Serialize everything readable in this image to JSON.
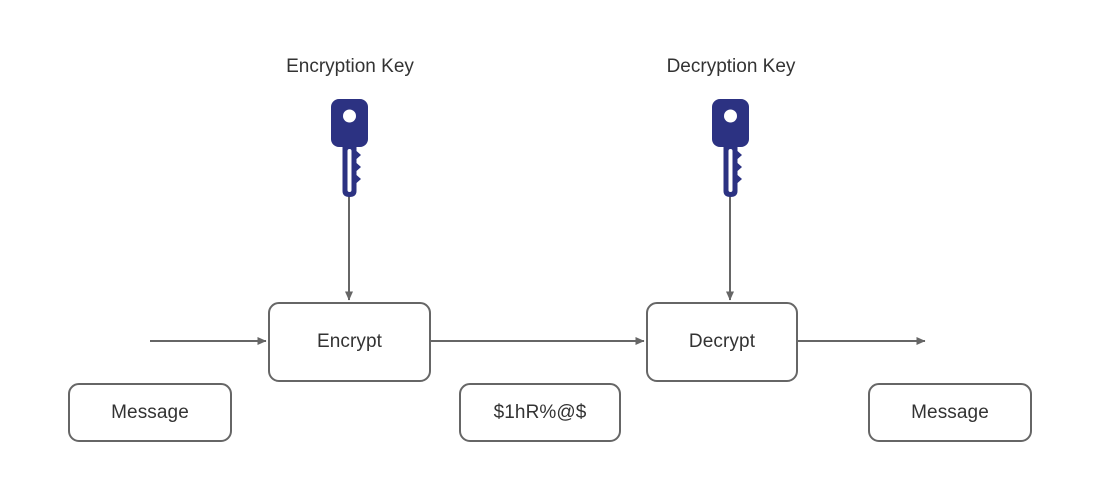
{
  "diagram": {
    "title": "Symmetric encryption flow diagram",
    "background_color": "#ffffff",
    "stroke_color": "#666666",
    "text_color": "#333333",
    "key_color": "#2C3282"
  },
  "labels": {
    "encryption_key": "Encryption Key",
    "decryption_key": "Decryption Key"
  },
  "nodes": {
    "encrypt": "Encrypt",
    "decrypt": "Decrypt",
    "message_in": "Message",
    "ciphertext": "$1hR%@$",
    "message_out": "Message"
  },
  "icons": {
    "encryption_key_icon": "key-icon",
    "decryption_key_icon": "key-icon",
    "arrow_in": "arrow-right-icon",
    "arrow_mid": "arrow-right-icon",
    "arrow_out": "arrow-right-icon",
    "arrow_key_encrypt": "arrow-down-icon",
    "arrow_key_decrypt": "arrow-down-icon"
  }
}
